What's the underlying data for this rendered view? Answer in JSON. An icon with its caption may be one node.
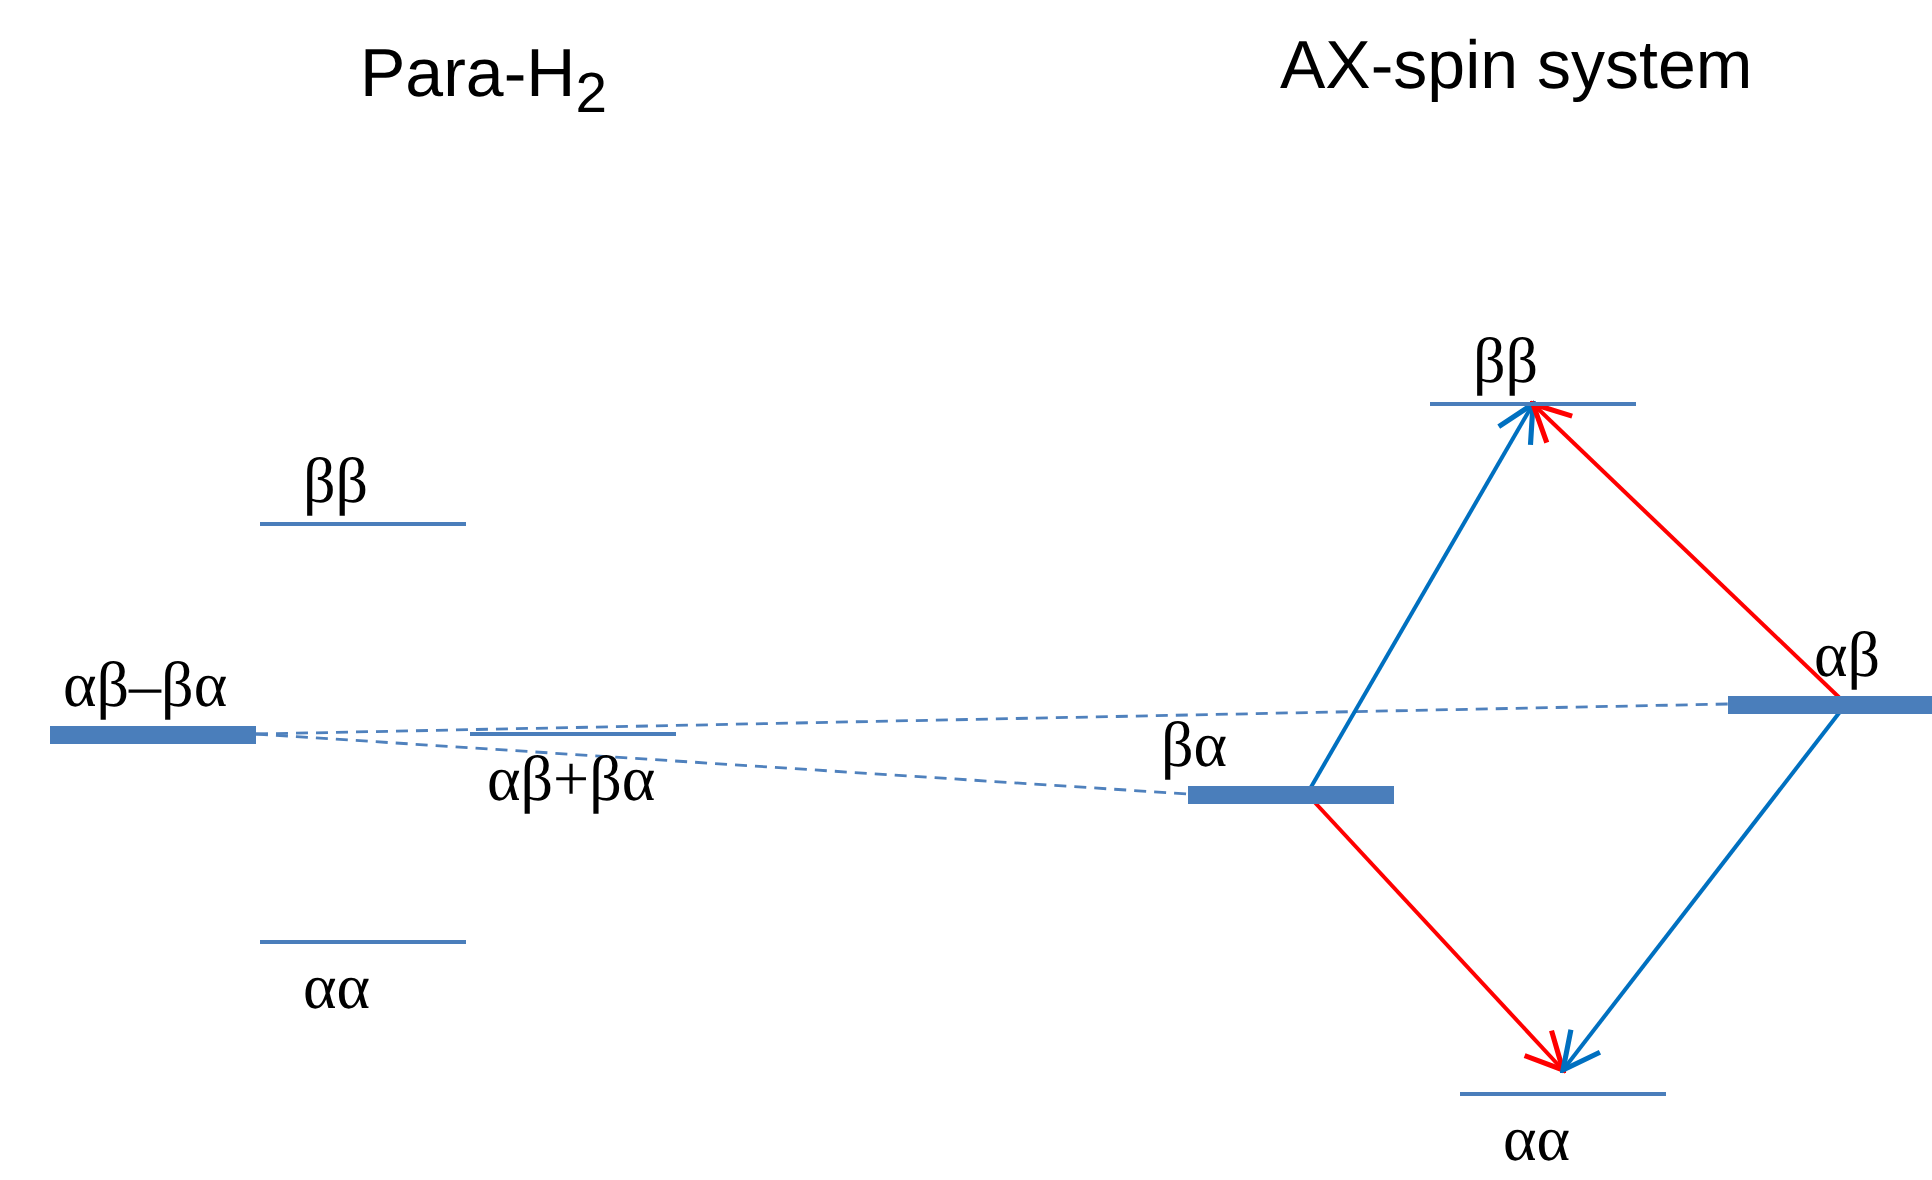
{
  "diagram": {
    "nodes": [
      {
        "text": [
          "ββ"
        ]
      },
      {
        "text": [
          "αβ–βα"
        ]
      },
      {
        "text": [
          "αβ+βα"
        ]
      },
      {
        "text": [
          "αα"
        ]
      },
      {
        "text": [
          "ββ"
        ]
      },
      {
        "text": [
          "βα"
        ]
      },
      {
        "text": [
          "αβ"
        ]
      },
      {
        "text": [
          "αα"
        ]
      }
    ],
    "edges": [
      {
        "from": 1,
        "to": 6,
        "arrow": "none",
        "style": "dashed",
        "color": "#4f81bd"
      },
      {
        "from": 1,
        "to": 5,
        "arrow": "none",
        "style": "dashed",
        "color": "#4f81bd"
      },
      {
        "from": 5,
        "to": 4,
        "arrow": "to"
      },
      {
        "from": 6,
        "to": 4,
        "arrow": "to",
        "color": "#ff0000"
      },
      {
        "from": 5,
        "to": 7,
        "arrow": "to",
        "color": "#ff0000"
      },
      {
        "from": 6,
        "to": 7,
        "arrow": "to"
      }
    ],
    "labels": [
      "Para-H$_{2}$",
      "AX-spin system"
    ]
  }
}
